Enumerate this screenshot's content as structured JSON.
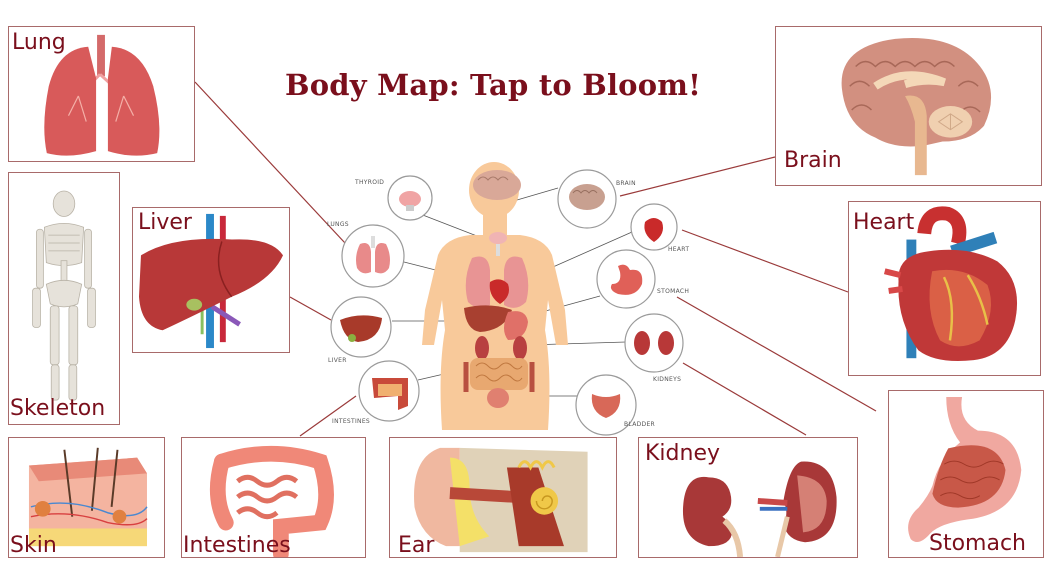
{
  "title": "Body Map: Tap to Bloom!",
  "colors": {
    "title": "#7a0f1c",
    "label": "#7a0f1c",
    "card_border": "#a86a6a",
    "connector": "#9a3a3a",
    "body_skin": "#f8c99a",
    "organ_red": "#d04a44",
    "circle_border": "#9a9a9a"
  },
  "cards": {
    "lung": {
      "label": "Lung",
      "icon": "lungs-icon"
    },
    "skeleton": {
      "label": "Skeleton",
      "icon": "skeleton-icon"
    },
    "liver": {
      "label": "Liver",
      "icon": "liver-icon"
    },
    "skin": {
      "label": "Skin",
      "icon": "skin-layers-icon"
    },
    "intestines": {
      "label": "Intestines",
      "icon": "intestines-icon"
    },
    "ear": {
      "label": "Ear",
      "icon": "ear-icon"
    },
    "kidney": {
      "label": "Kidney",
      "icon": "kidney-icon"
    },
    "stomach": {
      "label": "Stomach",
      "icon": "stomach-icon"
    },
    "heart": {
      "label": "Heart",
      "icon": "heart-icon"
    },
    "brain": {
      "label": "Brain",
      "icon": "brain-icon"
    }
  },
  "center_diagram": {
    "labels": {
      "thyroid": "THYROID",
      "lungs": "LUNGS",
      "liver": "LIVER",
      "intestines": "INTESTINES",
      "brain": "BRAIN",
      "heart": "HEART",
      "stomach": "STOMACH",
      "kidneys": "KIDNEYS",
      "bladder": "BLADDER"
    }
  }
}
